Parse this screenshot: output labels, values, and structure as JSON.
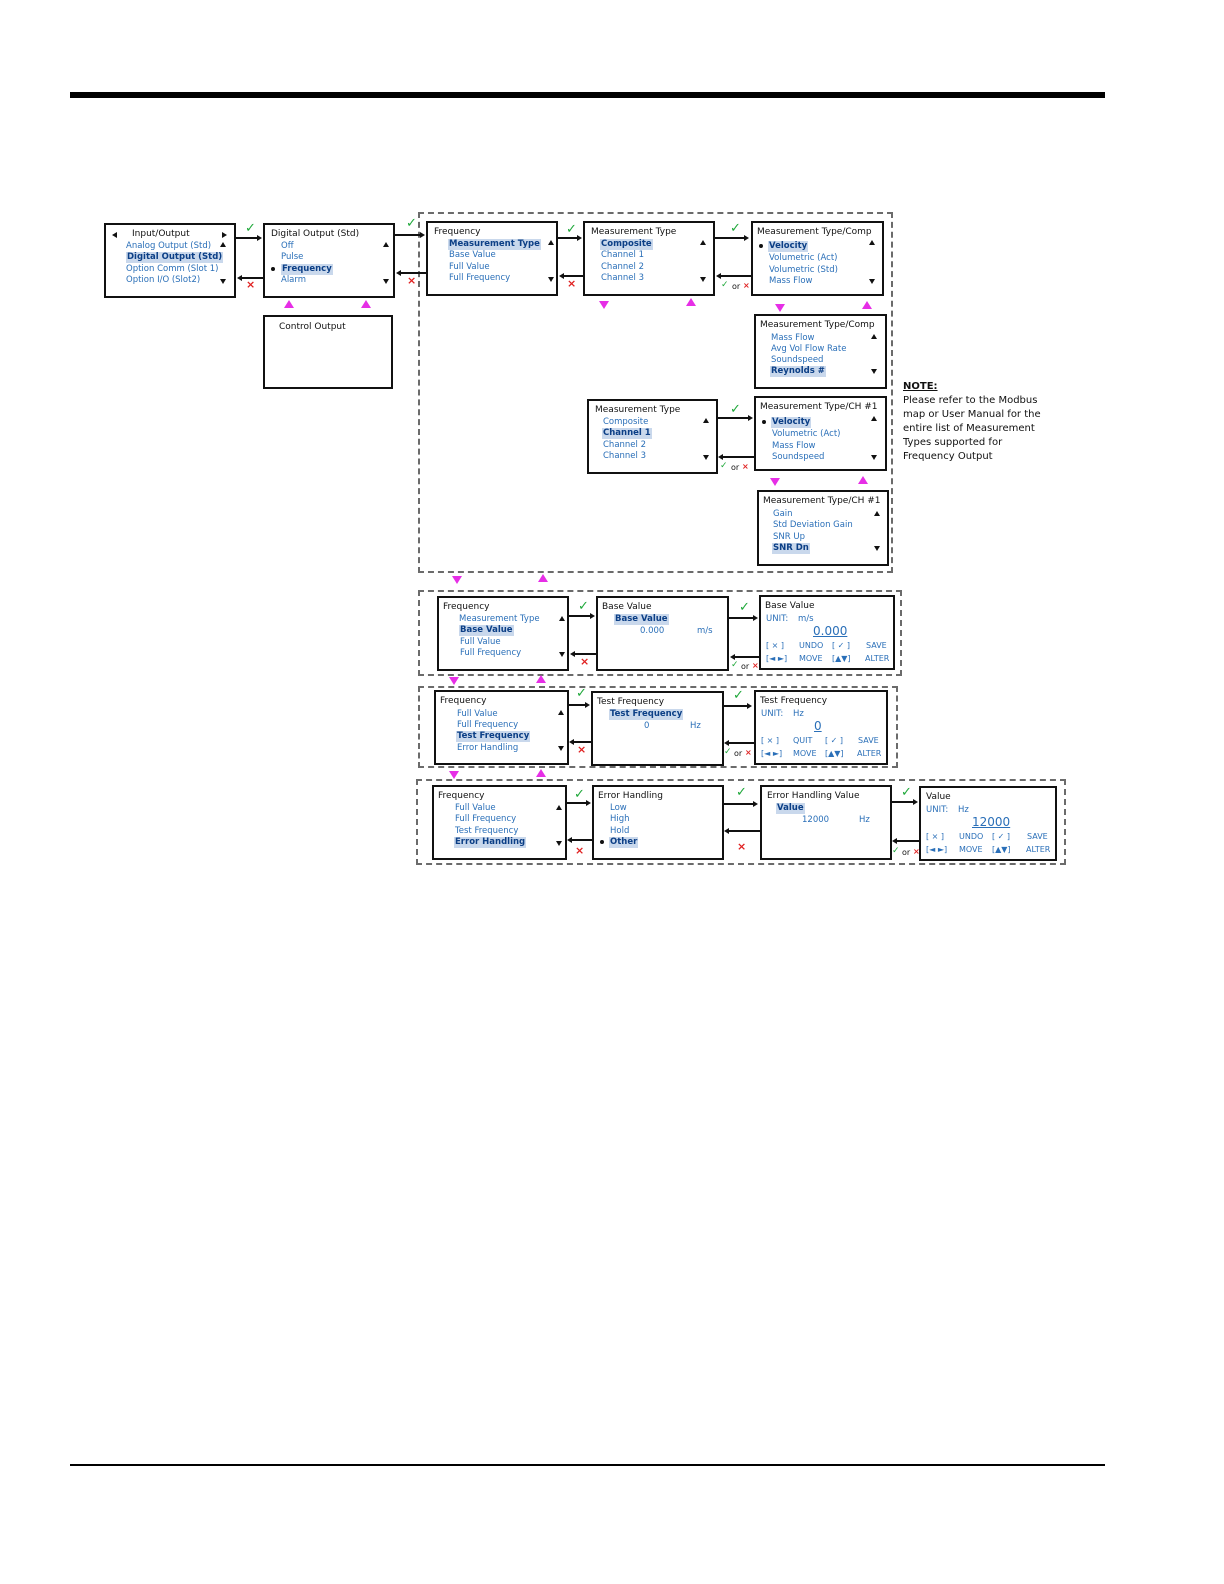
{
  "note": {
    "title": "NOTE:",
    "lines": [
      "Please refer to the Modbus",
      "map or User Manual for the",
      "entire list of Measurement",
      "Types supported for",
      "Frequency Output"
    ]
  },
  "boxes": {
    "input_output": {
      "title": "Input/Output",
      "items": [
        "Analog Output (Std)",
        "Digital Output (Std)",
        "Option Comm (Slot 1)",
        "Option I/O (Slot2)"
      ]
    },
    "digital_output": {
      "title": "Digital Output (Std)",
      "items": [
        "Off",
        "Pulse",
        "Frequency",
        "Alarm"
      ]
    },
    "control_output": {
      "title": "Control Output"
    },
    "frequency_1": {
      "title": "Frequency",
      "items": [
        "Measurement Type",
        "Base Value",
        "Full Value",
        "Full Frequency"
      ]
    },
    "meas_type_1": {
      "title": "Measurement Type",
      "items": [
        "Composite",
        "Channel 1",
        "Channel 2",
        "Channel 3"
      ]
    },
    "meas_comp_1": {
      "title": "Measurement Type/Comp",
      "items": [
        "Velocity",
        "Volumetric (Act)",
        "Volumetric (Std)",
        "Mass Flow"
      ]
    },
    "meas_comp_2": {
      "title": "Measurement Type/Comp",
      "items": [
        "Mass Flow",
        "Avg Vol Flow Rate",
        "Soundspeed",
        "Reynolds #"
      ]
    },
    "meas_type_2": {
      "title": "Measurement Type",
      "items": [
        "Composite",
        "Channel 1",
        "Channel 2",
        "Channel 3"
      ]
    },
    "meas_ch1_1": {
      "title": "Measurement Type/CH #1",
      "items": [
        "Velocity",
        "Volumetric (Act)",
        "Mass Flow",
        "Soundspeed"
      ]
    },
    "meas_ch1_2": {
      "title": "Measurement Type/CH #1",
      "items": [
        "Gain",
        "Std Deviation Gain",
        "SNR Up",
        "SNR Dn"
      ]
    },
    "frequency_2": {
      "title": "Frequency",
      "items": [
        "Measurement Type",
        "Base Value",
        "Full Value",
        "Full Frequency"
      ]
    },
    "base_value": {
      "title": "Base Value",
      "items": [
        "Base Value"
      ],
      "value": "0.000",
      "unit": "m/s"
    },
    "base_value_edit": {
      "title": "Base Value",
      "unit_label": "UNIT:",
      "unit": "m/s",
      "value": "0.000"
    },
    "frequency_3": {
      "title": "Frequency",
      "items": [
        "Full Value",
        "Full Frequency",
        "Test Frequency",
        "Error Handling"
      ]
    },
    "test_frequency": {
      "title": "Test Frequency",
      "items": [
        "Test Frequency"
      ],
      "value": "0",
      "unit": "Hz"
    },
    "test_frequency_edit": {
      "title": "Test Frequency",
      "unit_label": "UNIT:",
      "unit": "Hz",
      "value": "0"
    },
    "frequency_4": {
      "title": "Frequency",
      "items": [
        "Full Value",
        "Full Frequency",
        "Test Frequency",
        "Error Handling"
      ]
    },
    "error_handling": {
      "title": "Error Handling",
      "items": [
        "Low",
        "High",
        "Hold",
        "Other"
      ]
    },
    "error_handling_value": {
      "title": "Error Handling Value",
      "items": [
        "Value"
      ],
      "value": "12000",
      "unit": "Hz"
    },
    "value_edit": {
      "title": "Value",
      "unit_label": "UNIT:",
      "unit": "Hz",
      "value": "12000"
    }
  },
  "keys": {
    "x": "[ × ]",
    "undo": "UNDO",
    "quit": "QUIT",
    "ok": "[ ✓ ]",
    "save": "SAVE",
    "lr": "[◄ ►]",
    "move": "MOVE",
    "ud": "[▲▼]",
    "alter": "ALTER"
  },
  "symbols": {
    "check": "✓",
    "cross": "×",
    "or": "or"
  },
  "colors": {
    "menu_text": "#2a6fb8",
    "selection_bg": "#c9d8ec",
    "check": "#1fa83a",
    "cross": "#e02020",
    "nav_arrow": "#e62ee6"
  }
}
